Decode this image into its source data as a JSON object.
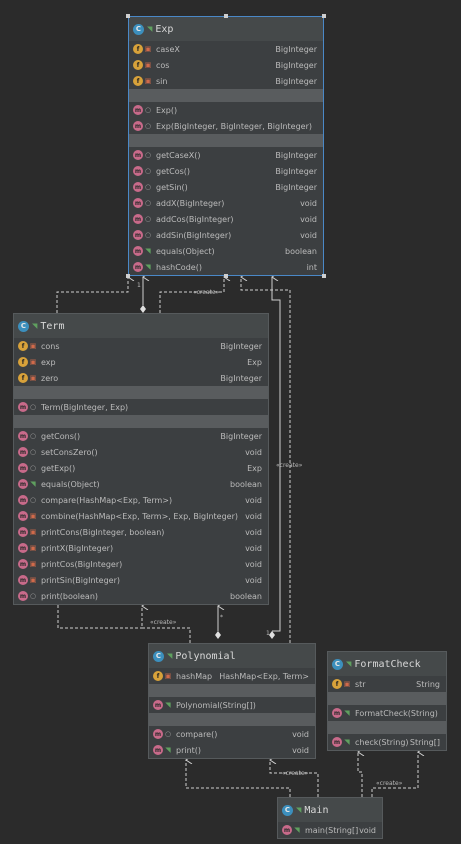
{
  "classes": [
    {
      "id": "exp",
      "name": "Exp",
      "fields": [
        {
          "name": "caseX",
          "type": "BigInteger",
          "vis": "private"
        },
        {
          "name": "cos",
          "type": "BigInteger",
          "vis": "private"
        },
        {
          "name": "sin",
          "type": "BigInteger",
          "vis": "private"
        }
      ],
      "constructors": [
        {
          "name": "Exp()",
          "type": "",
          "vis": "package"
        },
        {
          "name": "Exp(BigInteger, BigInteger, BigInteger)",
          "type": "",
          "vis": "package"
        }
      ],
      "methods": [
        {
          "name": "getCaseX()",
          "type": "BigInteger",
          "vis": "package"
        },
        {
          "name": "getCos()",
          "type": "BigInteger",
          "vis": "package"
        },
        {
          "name": "getSin()",
          "type": "BigInteger",
          "vis": "package"
        },
        {
          "name": "addX(BigInteger)",
          "type": "void",
          "vis": "package"
        },
        {
          "name": "addCos(BigInteger)",
          "type": "void",
          "vis": "package"
        },
        {
          "name": "addSin(BigInteger)",
          "type": "void",
          "vis": "package"
        },
        {
          "name": "equals(Object)",
          "type": "boolean",
          "vis": "public"
        },
        {
          "name": "hashCode()",
          "type": "int",
          "vis": "public"
        }
      ]
    },
    {
      "id": "term",
      "name": "Term",
      "fields": [
        {
          "name": "cons",
          "type": "BigInteger",
          "vis": "private"
        },
        {
          "name": "exp",
          "type": "Exp",
          "vis": "private"
        },
        {
          "name": "zero",
          "type": "BigInteger",
          "vis": "private"
        }
      ],
      "constructors": [
        {
          "name": "Term(BigInteger, Exp)",
          "type": "",
          "vis": "package"
        }
      ],
      "methods": [
        {
          "name": "getCons()",
          "type": "BigInteger",
          "vis": "package"
        },
        {
          "name": "setConsZero()",
          "type": "void",
          "vis": "package"
        },
        {
          "name": "getExp()",
          "type": "Exp",
          "vis": "package"
        },
        {
          "name": "equals(Object)",
          "type": "boolean",
          "vis": "public"
        },
        {
          "name": "compare(HashMap<Exp, Term>)",
          "type": "void",
          "vis": "package"
        },
        {
          "name": "combine(HashMap<Exp, Term>, Exp, BigInteger)",
          "type": "void",
          "vis": "private"
        },
        {
          "name": "printCons(BigInteger, boolean)",
          "type": "void",
          "vis": "private"
        },
        {
          "name": "printX(BigInteger)",
          "type": "void",
          "vis": "private"
        },
        {
          "name": "printCos(BigInteger)",
          "type": "void",
          "vis": "private"
        },
        {
          "name": "printSin(BigInteger)",
          "type": "void",
          "vis": "private"
        },
        {
          "name": "print(boolean)",
          "type": "boolean",
          "vis": "package"
        }
      ]
    },
    {
      "id": "polynomial",
      "name": "Polynomial",
      "fields": [
        {
          "name": "hashMap",
          "type": "HashMap<Exp, Term>",
          "vis": "private"
        }
      ],
      "constructors": [
        {
          "name": "Polynomial(String[])",
          "type": "",
          "vis": "public"
        }
      ],
      "methods": [
        {
          "name": "compare()",
          "type": "void",
          "vis": "package"
        },
        {
          "name": "print()",
          "type": "void",
          "vis": "public"
        }
      ]
    },
    {
      "id": "formatcheck",
      "name": "FormatCheck",
      "fields": [
        {
          "name": "str",
          "type": "String",
          "vis": "private"
        }
      ],
      "constructors": [
        {
          "name": "FormatCheck(String)",
          "type": "",
          "vis": "public"
        }
      ],
      "methods": [
        {
          "name": "check(String)",
          "type": "String[]",
          "vis": "public"
        }
      ]
    },
    {
      "id": "main",
      "name": "Main",
      "fields": [],
      "constructors": [],
      "methods": [
        {
          "name": "main(String[])",
          "type": "void",
          "vis": "public"
        }
      ]
    }
  ],
  "relations": [
    {
      "from": "term",
      "to": "exp",
      "kind": "composition",
      "multiplicity": "1"
    },
    {
      "from": "term",
      "to": "exp",
      "kind": "dependency",
      "label": "«create»"
    },
    {
      "from": "polynomial",
      "to": "exp",
      "kind": "dependency",
      "label": "«create»"
    },
    {
      "from": "polynomial",
      "to": "exp",
      "kind": "composition",
      "multiplicity": "1"
    },
    {
      "from": "polynomial",
      "to": "term",
      "kind": "composition",
      "multiplicity": "*"
    },
    {
      "from": "polynomial",
      "to": "term",
      "kind": "dependency",
      "label": "«create»"
    },
    {
      "from": "main",
      "to": "polynomial",
      "kind": "dependency",
      "label": "«create»"
    },
    {
      "from": "main",
      "to": "formatcheck",
      "kind": "dependency",
      "label": "«create»"
    }
  ],
  "icon_legend": {
    "class": "C",
    "field": "f",
    "method": "m"
  },
  "colors": {
    "background": "#2b2b2b",
    "class_body": "#3c3f41",
    "selected_border": "#4a88c7",
    "field_icon": "#d8a23a",
    "method_icon": "#c86a8a",
    "class_icon": "#3c8fbd"
  }
}
